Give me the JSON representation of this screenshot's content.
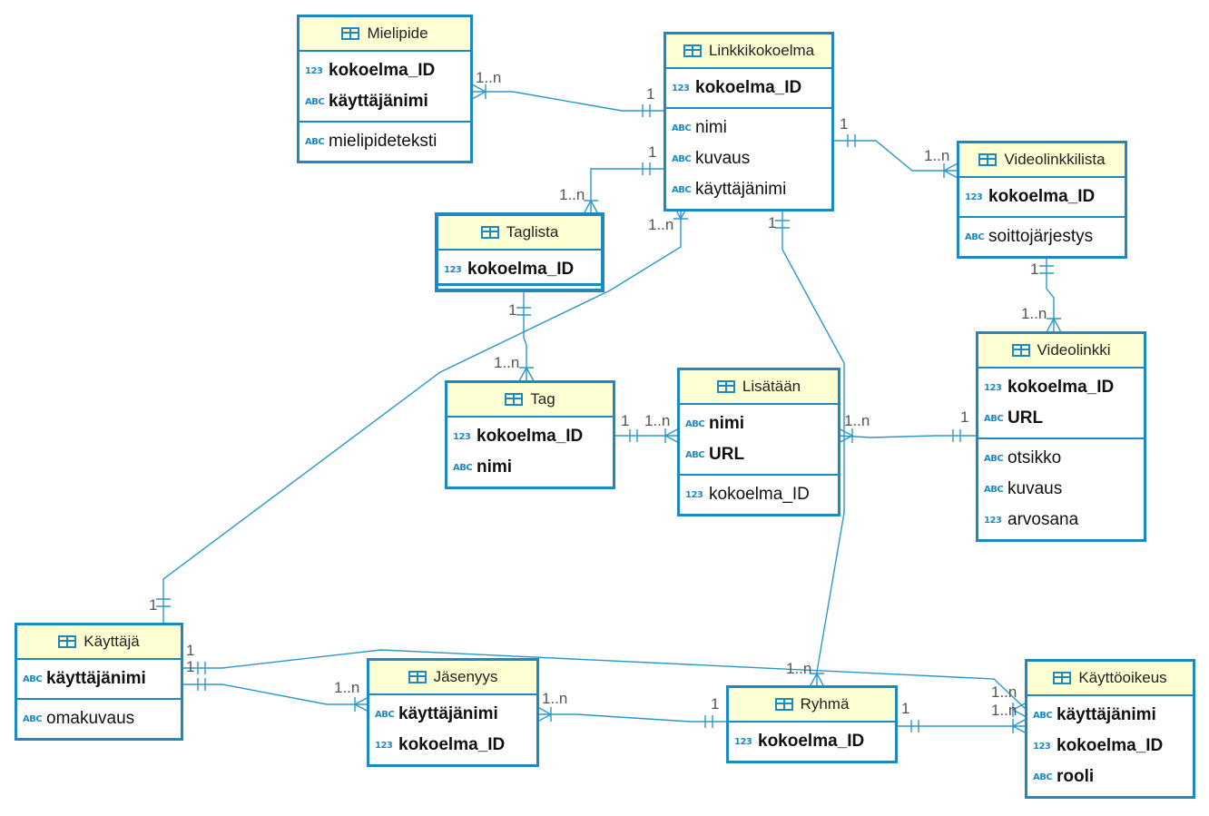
{
  "entities": {
    "mielipide": {
      "name": "Mielipide",
      "keys": [
        {
          "icon": "123",
          "label": "kokoelma_ID"
        },
        {
          "icon": "ABC",
          "label": "käyttäjänimi"
        }
      ],
      "attrs": [
        {
          "icon": "ABC",
          "label": "mielipideteksti"
        }
      ]
    },
    "linkkikokoelma": {
      "name": "Linkkikokoelma",
      "keys": [
        {
          "icon": "123",
          "label": "kokoelma_ID"
        }
      ],
      "attrs": [
        {
          "icon": "ABC",
          "label": "nimi"
        },
        {
          "icon": "ABC",
          "label": "kuvaus"
        },
        {
          "icon": "ABC",
          "label": "käyttäjänimi"
        }
      ]
    },
    "videolinkkilista": {
      "name": "Videolinkkilista",
      "keys": [
        {
          "icon": "123",
          "label": "kokoelma_ID"
        }
      ],
      "attrs": [
        {
          "icon": "ABC",
          "label": "soittojärjestys"
        }
      ]
    },
    "taglista": {
      "name": "Taglista",
      "keys": [
        {
          "icon": "123",
          "label": "kokoelma_ID"
        }
      ],
      "attrs": []
    },
    "tag": {
      "name": "Tag",
      "keys": [
        {
          "icon": "123",
          "label": "kokoelma_ID"
        },
        {
          "icon": "ABC",
          "label": "nimi"
        }
      ],
      "attrs": []
    },
    "lisataan": {
      "name": "Lisätään",
      "keys": [
        {
          "icon": "ABC",
          "label": "nimi"
        },
        {
          "icon": "ABC",
          "label": "URL"
        }
      ],
      "attrs": [
        {
          "icon": "123",
          "label": "kokoelma_ID"
        }
      ]
    },
    "videolinkki": {
      "name": "Videolinkki",
      "keys": [
        {
          "icon": "123",
          "label": "kokoelma_ID"
        },
        {
          "icon": "ABC",
          "label": "URL"
        }
      ],
      "attrs": [
        {
          "icon": "ABC",
          "label": "otsikko"
        },
        {
          "icon": "ABC",
          "label": "kuvaus"
        },
        {
          "icon": "123",
          "label": "arvosana"
        }
      ]
    },
    "kayttaja": {
      "name": "Käyttäjä",
      "keys": [
        {
          "icon": "ABC",
          "label": "käyttäjänimi"
        }
      ],
      "attrs": [
        {
          "icon": "ABC",
          "label": "omakuvaus"
        }
      ]
    },
    "jasenyys": {
      "name": "Jäsenyys",
      "keys": [
        {
          "icon": "ABC",
          "label": "käyttäjänimi"
        },
        {
          "icon": "123",
          "label": "kokoelma_ID"
        }
      ],
      "attrs": []
    },
    "ryhma": {
      "name": "Ryhmä",
      "keys": [
        {
          "icon": "123",
          "label": "kokoelma_ID"
        }
      ],
      "attrs": []
    },
    "kayttooikeus": {
      "name": "Käyttöoikeus",
      "keys": [
        {
          "icon": "ABC",
          "label": "käyttäjänimi"
        },
        {
          "icon": "123",
          "label": "kokoelma_ID"
        },
        {
          "icon": "ABC",
          "label": "rooli"
        }
      ],
      "attrs": []
    }
  },
  "relationships": [
    {
      "from": "Mielipide",
      "to": "Linkkikokoelma",
      "from_card": "1..n",
      "to_card": "1"
    },
    {
      "from": "Taglista",
      "to": "Linkkikokoelma",
      "from_card": "1..n",
      "to_card": "1"
    },
    {
      "from": "Videolinkkilista",
      "to": "Linkkikokoelma",
      "from_card": "1..n",
      "to_card": "1"
    },
    {
      "from": "Linkkikokoelma",
      "to": "Käyttäjä",
      "from_card": "1..n",
      "to_card": "1"
    },
    {
      "from": "Ryhmä",
      "to": "Linkkikokoelma",
      "from_card": "1..n",
      "to_card": "1"
    },
    {
      "from": "Videolinkki",
      "to": "Videolinkkilista",
      "from_card": "1..n",
      "to_card": "1"
    },
    {
      "from": "Tag",
      "to": "Taglista",
      "from_card": "1..n",
      "to_card": "1"
    },
    {
      "from": "Lisätään",
      "to": "Tag",
      "from_card": "1..n",
      "to_card": "1"
    },
    {
      "from": "Lisätään",
      "to": "Videolinkki",
      "from_card": "1..n",
      "to_card": "1"
    },
    {
      "from": "Jäsenyys",
      "to": "Käyttäjä",
      "from_card": "1..n",
      "to_card": "1"
    },
    {
      "from": "Jäsenyys",
      "to": "Ryhmä",
      "from_card": "1..n",
      "to_card": "1"
    },
    {
      "from": "Käyttöoikeus",
      "to": "Käyttäjä",
      "from_card": "1..n",
      "to_card": "1"
    },
    {
      "from": "Käyttöoikeus",
      "to": "Ryhmä",
      "from_card": "1..n",
      "to_card": "1"
    }
  ],
  "colors": {
    "border": "#1c8ac0",
    "header_bg": "#ffffd4",
    "line": "#2a97c9",
    "card_text": "#555555"
  }
}
